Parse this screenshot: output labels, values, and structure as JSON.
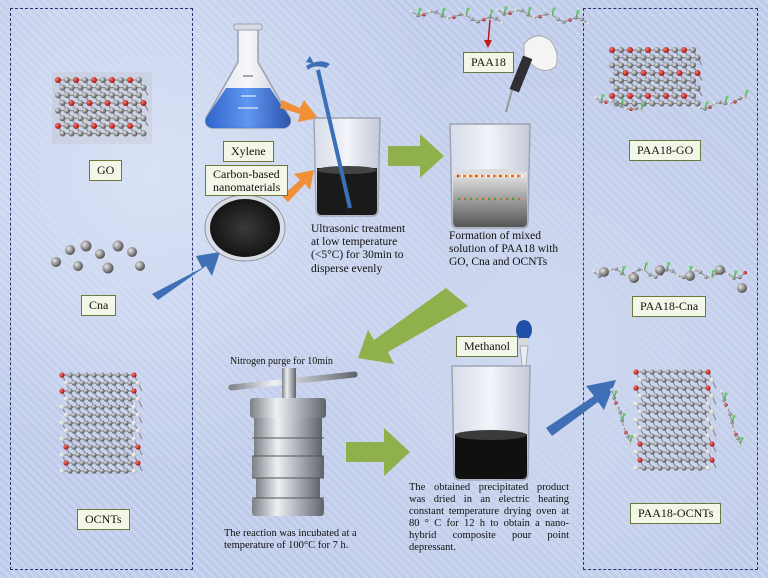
{
  "labels": {
    "go": "GO",
    "cna": "Cna",
    "ocnts": "OCNTs",
    "xylene": "Xylene",
    "carbon": "Carbon-based\nnanomaterials",
    "paa18": "PAA18",
    "methanol": "Methanol",
    "paa18_go": "PAA18-GO",
    "paa18_cna": "PAA18-Cna",
    "paa18_ocnts": "PAA18-OCNTs"
  },
  "captions": {
    "ultrasonic": "Ultrasonic treatment at low temperature (<5°C) for 30min to disperse evenly",
    "formation": "Formation of mixed solution of PAA18 with GO, Cna and OCNTs",
    "nitrogen": "Nitrogen purge for 10min",
    "reaction": "The reaction was incubated at a temperature of 100°C for 7 h.",
    "product": "The obtained precipitated product was dried in an electric heating constant temperature drying oven at 80 ° C for 12 h to obtain a nano-hybrid composite pour point depressant."
  },
  "colors": {
    "panel_border": "#2a3470",
    "blue_arrow": "#3f6fb5",
    "green_arrow": "#8fb04a",
    "orange_arrow": "#f0913a"
  }
}
